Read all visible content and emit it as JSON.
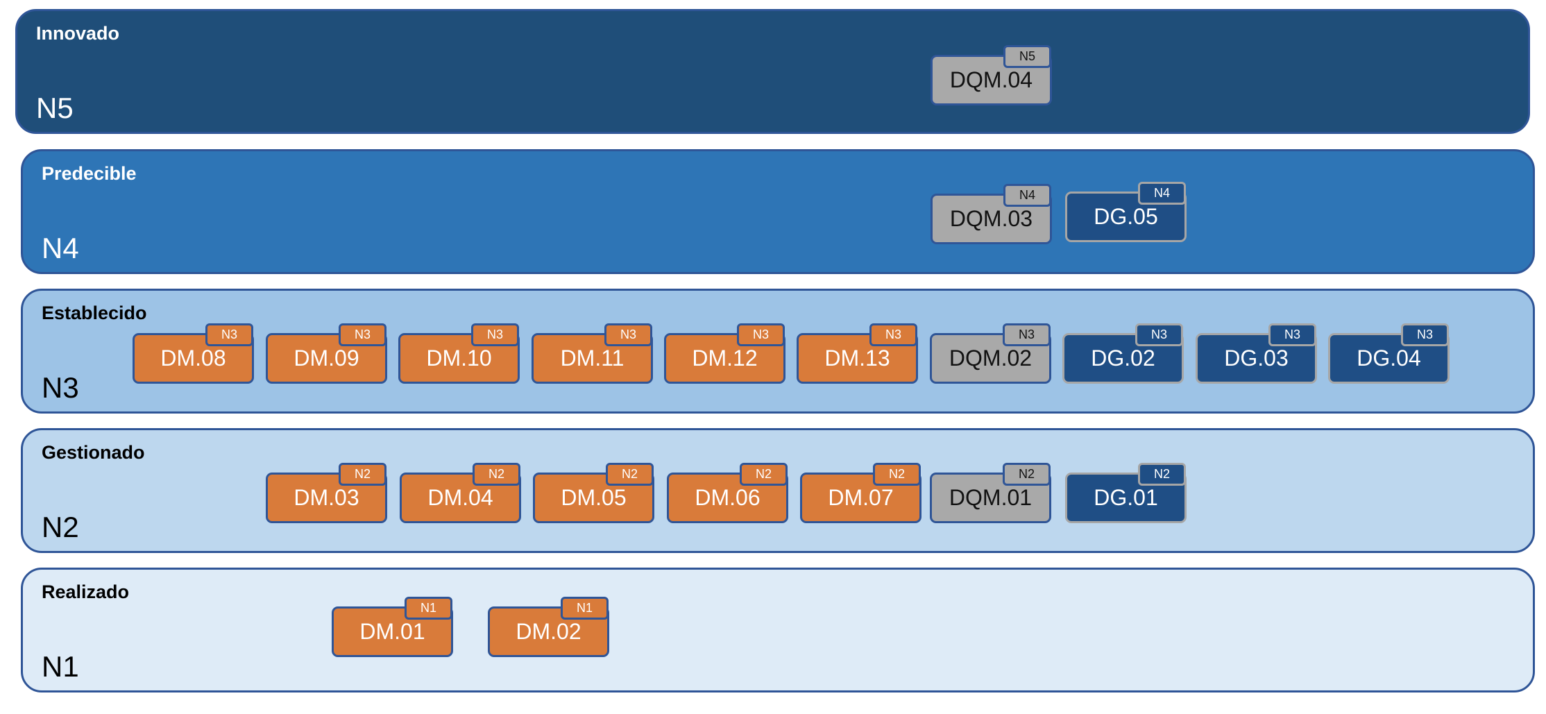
{
  "colors": {
    "band_n5": "#1f4e79",
    "band_n4": "#2e75b6",
    "band_n3": "#9dc3e6",
    "band_n2": "#bdd7ee",
    "band_n1": "#deebf7",
    "border": "#2f5597",
    "dm_orange": "#d97b3a",
    "dqm_gray": "#a9a9a9",
    "dg_navy": "#1f4e85"
  },
  "bands": [
    {
      "id": "n5",
      "title": "Innovado",
      "level": "N5"
    },
    {
      "id": "n4",
      "title": "Predecible",
      "level": "N4"
    },
    {
      "id": "n3",
      "title": "Establecido",
      "level": "N3"
    },
    {
      "id": "n2",
      "title": "Gestionado",
      "level": "N2"
    },
    {
      "id": "n1",
      "title": "Realizado",
      "level": "N1"
    }
  ],
  "processes": {
    "n5": [
      {
        "label": "DQM.04",
        "tag": "N5",
        "kind": "gray"
      }
    ],
    "n4": [
      {
        "label": "DQM.03",
        "tag": "N4",
        "kind": "gray"
      },
      {
        "label": "DG.05",
        "tag": "N4",
        "kind": "navy"
      }
    ],
    "n3": [
      {
        "label": "DM.08",
        "tag": "N3",
        "kind": "orange"
      },
      {
        "label": "DM.09",
        "tag": "N3",
        "kind": "orange"
      },
      {
        "label": "DM.10",
        "tag": "N3",
        "kind": "orange"
      },
      {
        "label": "DM.11",
        "tag": "N3",
        "kind": "orange"
      },
      {
        "label": "DM.12",
        "tag": "N3",
        "kind": "orange"
      },
      {
        "label": "DM.13",
        "tag": "N3",
        "kind": "orange"
      },
      {
        "label": "DQM.02",
        "tag": "N3",
        "kind": "gray"
      },
      {
        "label": "DG.02",
        "tag": "N3",
        "kind": "navy"
      },
      {
        "label": "DG.03",
        "tag": "N3",
        "kind": "navy"
      },
      {
        "label": "DG.04",
        "tag": "N3",
        "kind": "navy"
      }
    ],
    "n2": [
      {
        "label": "DM.03",
        "tag": "N2",
        "kind": "orange"
      },
      {
        "label": "DM.04",
        "tag": "N2",
        "kind": "orange"
      },
      {
        "label": "DM.05",
        "tag": "N2",
        "kind": "orange"
      },
      {
        "label": "DM.06",
        "tag": "N2",
        "kind": "orange"
      },
      {
        "label": "DM.07",
        "tag": "N2",
        "kind": "orange"
      },
      {
        "label": "DQM.01",
        "tag": "N2",
        "kind": "gray"
      },
      {
        "label": "DG.01",
        "tag": "N2",
        "kind": "navy"
      }
    ],
    "n1": [
      {
        "label": "DM.01",
        "tag": "N1",
        "kind": "orange"
      },
      {
        "label": "DM.02",
        "tag": "N1",
        "kind": "orange"
      }
    ]
  }
}
